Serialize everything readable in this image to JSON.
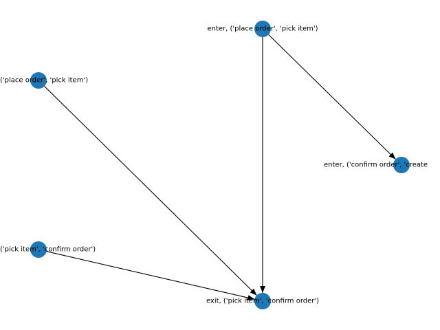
{
  "graph": {
    "node_color": "#1f77b4",
    "edge_color": "#000000",
    "nodes": [
      {
        "id": "n1",
        "label": "enter, ('place order', 'pick item')"
      },
      {
        "id": "n2",
        "label": "('place order', 'pick item')"
      },
      {
        "id": "n3",
        "label": "enter, ('confirm order', 'create"
      },
      {
        "id": "n4",
        "label": "('pick item', 'confirm order')"
      },
      {
        "id": "n5",
        "label": "exit, ('pick item', 'confirm order')"
      }
    ],
    "edges": [
      {
        "from": "n1",
        "to": "n5"
      },
      {
        "from": "n1",
        "to": "n3"
      },
      {
        "from": "n2",
        "to": "n5"
      },
      {
        "from": "n4",
        "to": "n5"
      }
    ]
  }
}
